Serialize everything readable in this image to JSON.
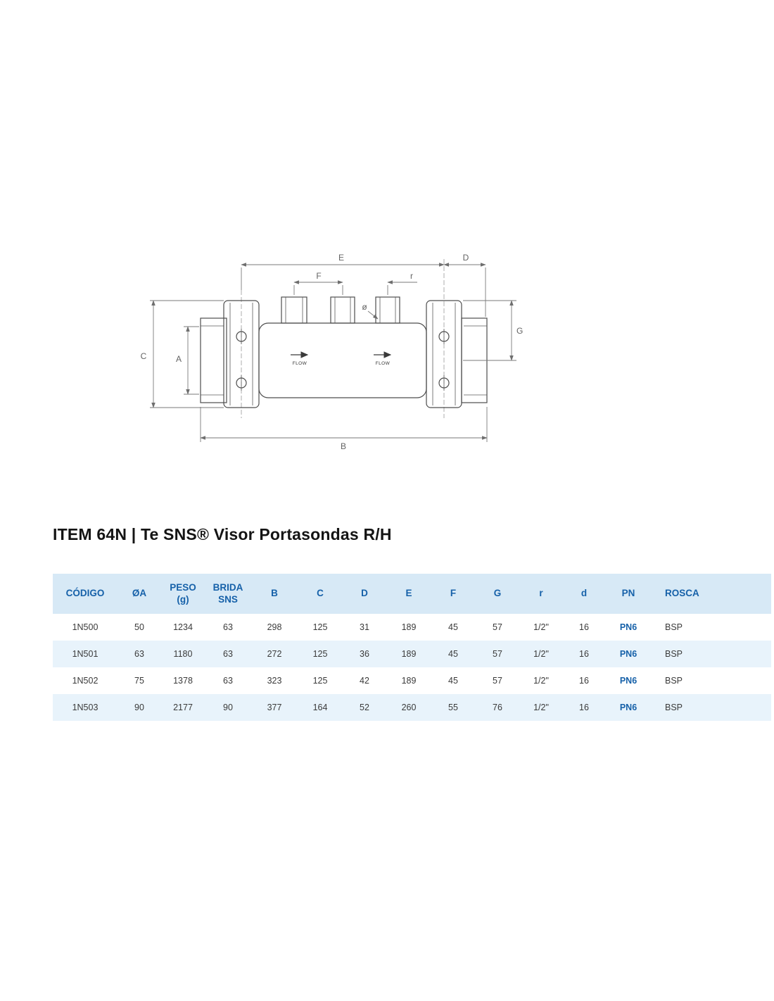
{
  "page": {
    "title": "ITEM 64N | Te SNS® Visor Portasondas R/H"
  },
  "diagram": {
    "dimension_labels": {
      "E": "E",
      "D": "D",
      "F": "F",
      "r": "r",
      "diameter": "ø",
      "G": "G",
      "C": "C",
      "A": "A",
      "B": "B"
    },
    "flow_label": "FLOW"
  },
  "table": {
    "headers": [
      "CÓDIGO",
      "ØA",
      "PESO (g)",
      "BRIDA SNS",
      "B",
      "C",
      "D",
      "E",
      "F",
      "G",
      "r",
      "d",
      "PN",
      "ROSCA"
    ],
    "pn_column_index": 12,
    "rows": [
      [
        "1N500",
        "50",
        "1234",
        "63",
        "298",
        "125",
        "31",
        "189",
        "45",
        "57",
        "1/2\"",
        "16",
        "PN6",
        "BSP"
      ],
      [
        "1N501",
        "63",
        "1180",
        "63",
        "272",
        "125",
        "36",
        "189",
        "45",
        "57",
        "1/2\"",
        "16",
        "PN6",
        "BSP"
      ],
      [
        "1N502",
        "75",
        "1378",
        "63",
        "323",
        "125",
        "42",
        "189",
        "45",
        "57",
        "1/2\"",
        "16",
        "PN6",
        "BSP"
      ],
      [
        "1N503",
        "90",
        "2177",
        "90",
        "377",
        "164",
        "52",
        "260",
        "55",
        "76",
        "1/2\"",
        "16",
        "PN6",
        "BSP"
      ]
    ]
  }
}
